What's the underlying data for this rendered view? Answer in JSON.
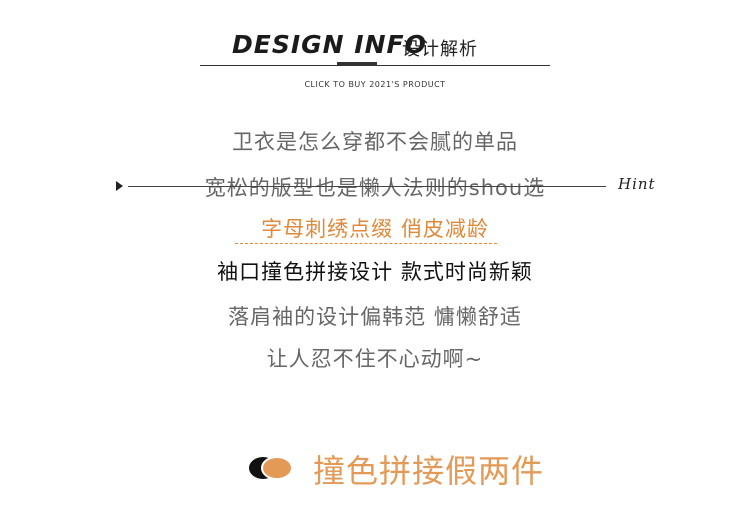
{
  "header": {
    "title_en": "DESIGN INFO",
    "title_cn": "设计解析",
    "subtitle": "CLICK TO BUY 2021'S  PRODUCT"
  },
  "body_lines": [
    "卫衣是怎么穿都不会腻的单品",
    "宽松的版型也是懒人法则的shou选",
    "字母刺绣点缀 俏皮减龄",
    "袖口撞色拼接设计 款式时尚新颖",
    "落肩袖的设计偏韩范 慵懒舒适",
    "让人忍不住不心动啊~"
  ],
  "hint_text": "Hint",
  "section": {
    "title": "撞色拼接假两件"
  },
  "colors": {
    "accent": "#e39a56",
    "dark": "#1b1b1b",
    "text": "#666666"
  },
  "icons": {
    "arrow": "triangle-right-icon",
    "section": "two-circles-icon"
  }
}
